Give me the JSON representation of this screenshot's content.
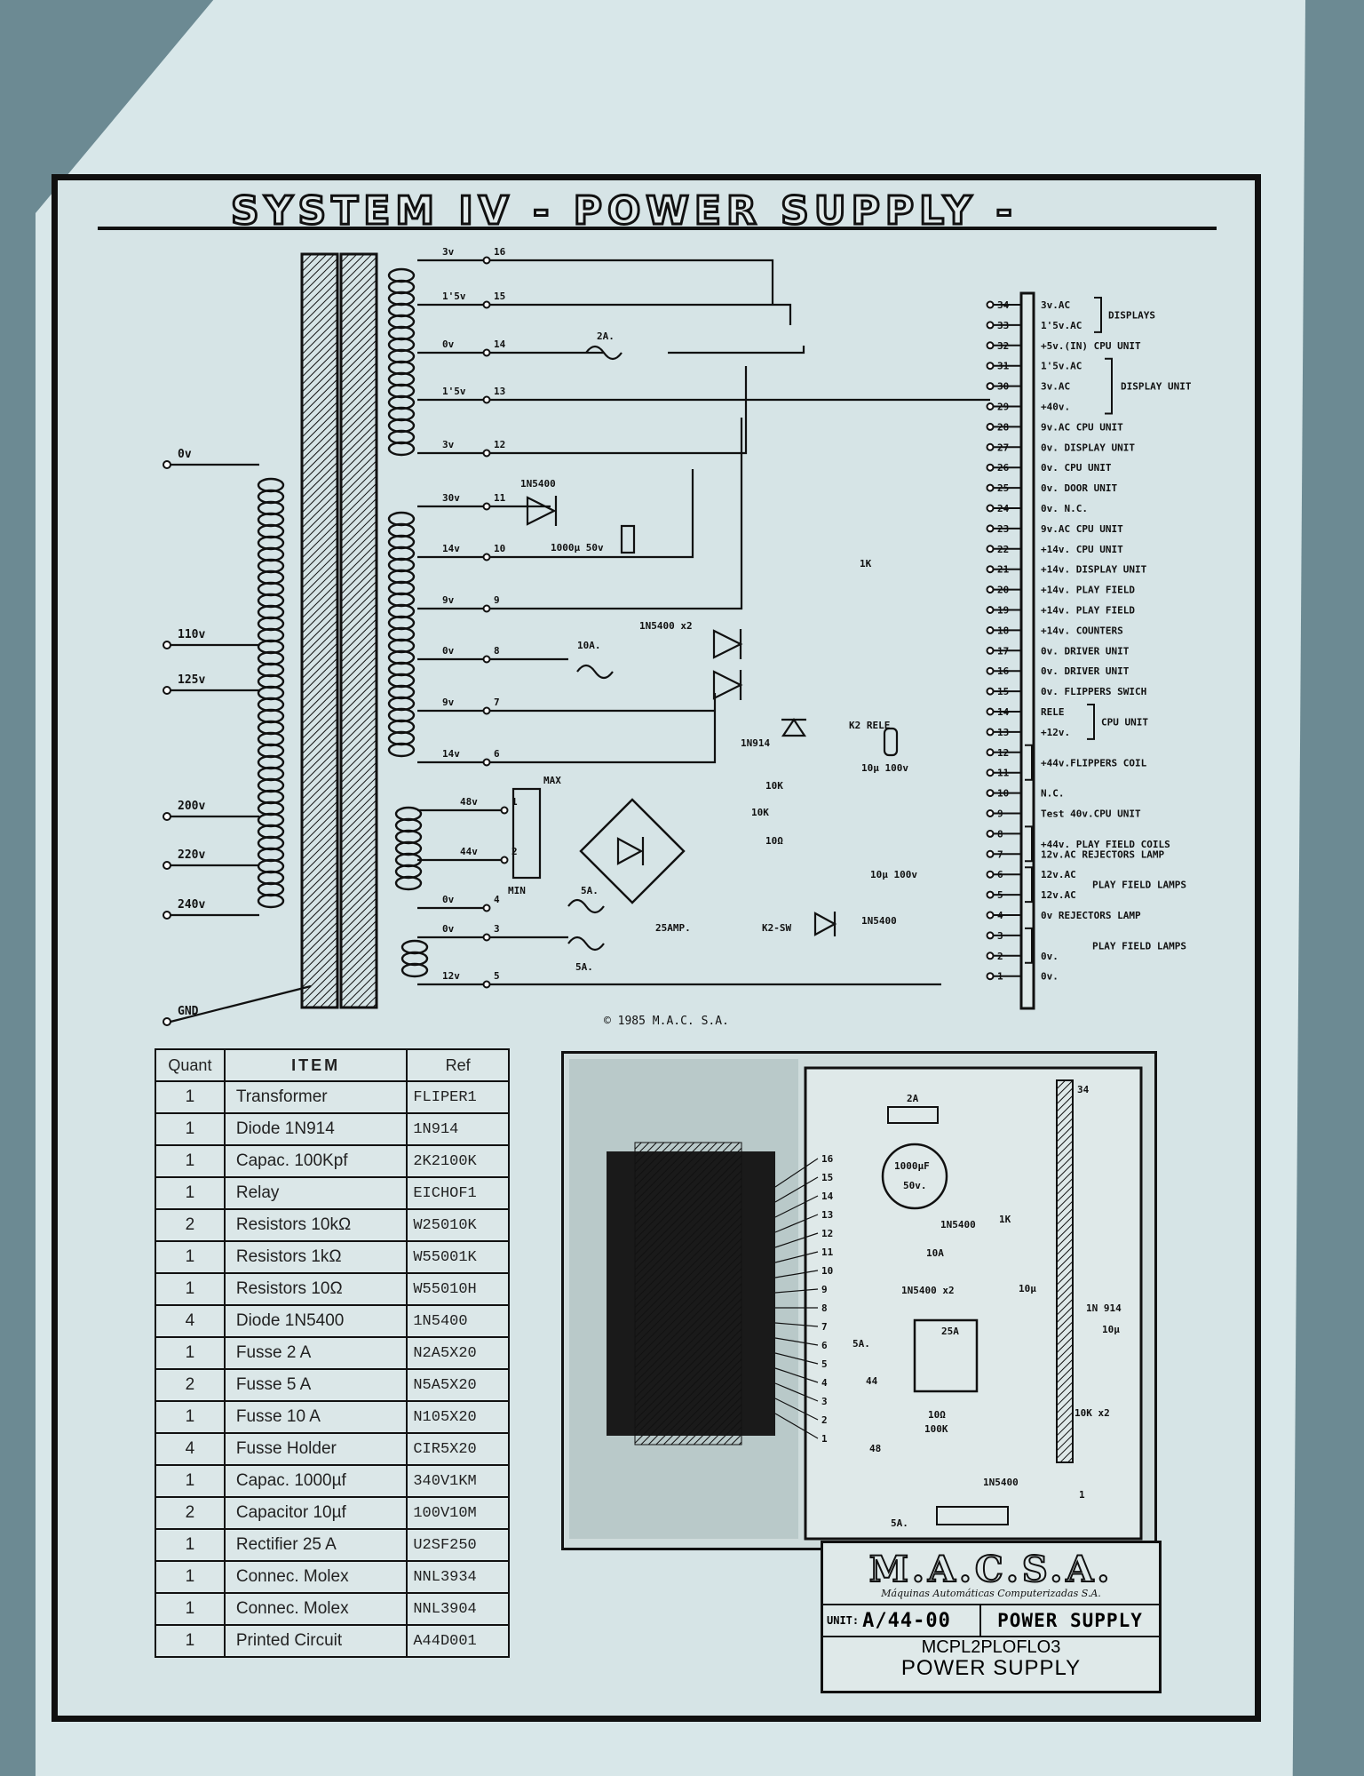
{
  "title": "SYSTEM IV - POWER SUPPLY -",
  "copyright": "© 1985 M.A.C. S.A.",
  "primary_taps": [
    "0v",
    "110v",
    "125v",
    "200v",
    "220v",
    "240v",
    "GND"
  ],
  "secondary_labels": [
    {
      "volt": "3v",
      "pin": "16"
    },
    {
      "volt": "1'5v",
      "pin": "15"
    },
    {
      "volt": "0v",
      "pin": "14"
    },
    {
      "volt": "1'5v",
      "pin": "13"
    },
    {
      "volt": "3v",
      "pin": "12"
    },
    {
      "volt": "30v",
      "pin": "11"
    },
    {
      "volt": "14v",
      "pin": "10"
    },
    {
      "volt": "9v",
      "pin": "9"
    },
    {
      "volt": "0v",
      "pin": "8"
    },
    {
      "volt": "9v",
      "pin": "7"
    },
    {
      "volt": "14v",
      "pin": "6"
    },
    {
      "volt": "48v",
      "pin": "1"
    },
    {
      "volt": "44v",
      "pin": "2"
    },
    {
      "volt": "0v",
      "pin": "4"
    },
    {
      "volt": "0v",
      "pin": "3"
    },
    {
      "volt": "12v",
      "pin": "5"
    }
  ],
  "components": {
    "fuse_2a": "2A.",
    "diode_11": "1N5400",
    "cap_1000": "1000µ 50v",
    "diodes_x2": "1N5400 x2",
    "fuse_10a": "10A.",
    "diode_1n914": "1N914",
    "relay": "K2 RELE",
    "cap_10u_top": "10µ 100v",
    "res_10k_a": "10K",
    "res_10k_b": "10K",
    "res_10r": "10Ω",
    "res_1k": "1K",
    "cap_10u_bottom": "10µ 100v",
    "bridge": "25AMP.",
    "fuse_5a_a": "5A.",
    "fuse_5a_b": "5A.",
    "switch": "K2-SW",
    "diode_bottom": "1N5400",
    "max": "MAX",
    "min": "MIN"
  },
  "connector_pins": [
    {
      "pin": "34",
      "label": "3v.AC"
    },
    {
      "pin": "33",
      "label": "1'5v.AC"
    },
    {
      "pin": "32",
      "label": "+5v.(IN) CPU UNIT"
    },
    {
      "pin": "31",
      "label": "1'5v.AC"
    },
    {
      "pin": "30",
      "label": "3v.AC"
    },
    {
      "pin": "29",
      "label": "+40v."
    },
    {
      "pin": "28",
      "label": "9v.AC CPU UNIT"
    },
    {
      "pin": "27",
      "label": "0v. DISPLAY UNIT"
    },
    {
      "pin": "26",
      "label": "0v. CPU UNIT"
    },
    {
      "pin": "25",
      "label": "0v. DOOR UNIT"
    },
    {
      "pin": "24",
      "label": "0v. N.C."
    },
    {
      "pin": "23",
      "label": "9v.AC CPU UNIT"
    },
    {
      "pin": "22",
      "label": "+14v. CPU UNIT"
    },
    {
      "pin": "21",
      "label": "+14v. DISPLAY UNIT"
    },
    {
      "pin": "20",
      "label": "+14v. PLAY FIELD"
    },
    {
      "pin": "19",
      "label": "+14v. PLAY FIELD"
    },
    {
      "pin": "18",
      "label": "+14v. COUNTERS"
    },
    {
      "pin": "17",
      "label": "0v. DRIVER UNIT"
    },
    {
      "pin": "16",
      "label": "0v. DRIVER UNIT"
    },
    {
      "pin": "15",
      "label": "0v. FLIPPERS SWICH"
    },
    {
      "pin": "14",
      "label": "RELE"
    },
    {
      "pin": "13",
      "label": "+12v."
    },
    {
      "pin": "12",
      "label": ""
    },
    {
      "pin": "11",
      "label": ""
    },
    {
      "pin": "10",
      "label": "N.C."
    },
    {
      "pin": "9",
      "label": "Test 40v.CPU UNIT"
    },
    {
      "pin": "8",
      "label": ""
    },
    {
      "pin": "7",
      "label": "12v.AC REJECTORS LAMP"
    },
    {
      "pin": "6",
      "label": "12v.AC"
    },
    {
      "pin": "5",
      "label": "12v.AC"
    },
    {
      "pin": "4",
      "label": "0v REJECTORS LAMP"
    },
    {
      "pin": "3",
      "label": ""
    },
    {
      "pin": "2",
      "label": "0v."
    },
    {
      "pin": "1",
      "label": "0v."
    }
  ],
  "group_labels": [
    {
      "text": "DISPLAYS"
    },
    {
      "text": "DISPLAY UNIT"
    },
    {
      "text": "CPU UNIT"
    },
    {
      "text": "+44v.FLIPPERS COIL"
    },
    {
      "text": "+44v. PLAY FIELD COILS"
    },
    {
      "text": "PLAY FIELD LAMPS"
    },
    {
      "text": "PLAY FIELD LAMPS"
    }
  ],
  "bom": {
    "headers": [
      "Quant",
      "ITEM",
      "Ref"
    ],
    "rows": [
      [
        "1",
        "Transformer",
        "FLIPER1"
      ],
      [
        "1",
        "Diode 1N914",
        "1N914"
      ],
      [
        "1",
        "Capac. 100Kpf",
        "2K2100K"
      ],
      [
        "1",
        "Relay",
        "EICHOF1"
      ],
      [
        "2",
        "Resistors 10kΩ",
        "W25010K"
      ],
      [
        "1",
        "Resistors 1kΩ",
        "W55001K"
      ],
      [
        "1",
        "Resistors 10Ω",
        "W55010H"
      ],
      [
        "4",
        "Diode 1N5400",
        "1N5400"
      ],
      [
        "1",
        "Fusse 2 A",
        "N2A5X20"
      ],
      [
        "2",
        "Fusse 5 A",
        "N5A5X20"
      ],
      [
        "1",
        "Fusse 10 A",
        "N105X20"
      ],
      [
        "4",
        "Fusse Holder",
        "CIR5X20"
      ],
      [
        "1",
        "Capac. 1000µf",
        "340V1KM"
      ],
      [
        "2",
        "Capacitor 10µf",
        "100V10M"
      ],
      [
        "1",
        "Rectifier 25 A",
        "U2SF250"
      ],
      [
        "1",
        "Connec. Molex",
        "NNL3934"
      ],
      [
        "1",
        "Connec. Molex",
        "NNL3904"
      ],
      [
        "1",
        "Printed Circuit",
        "A44D001"
      ]
    ]
  },
  "pcb": {
    "fuse_top": "2A",
    "cap": "1000µF",
    "cap_v": "50v.",
    "diode": "1N5400",
    "fuse_10": "10A",
    "res_1k": "1K",
    "diodes": "1N5400 x2",
    "cap_10": "10µ",
    "bridge": "25A",
    "d914": "1N 914",
    "c10b": "10µ",
    "res_10": "10Ω",
    "res_100": "100K",
    "res_10k": "10K x2",
    "fuse_5a": "5A.",
    "fuse_5b": "5A.",
    "d_bottom": "1N5400",
    "pin_34": "34",
    "pin_1": "1",
    "v44": "44",
    "v48": "48",
    "pins": [
      "16",
      "15",
      "14",
      "13",
      "12",
      "11",
      "10",
      "9",
      "8",
      "7",
      "6",
      "5",
      "4",
      "3",
      "2",
      "1"
    ]
  },
  "brand": {
    "logo": "M.A.C.S.A.",
    "subtitle": "Máquinas Automáticas Computerizadas S.A.",
    "unit_key": "UNIT:",
    "unit_value": "A/44-00",
    "unit_name": "POWER SUPPLY",
    "ref": "MCPL2PLOFLO3",
    "name": "POWER SUPPLY"
  }
}
